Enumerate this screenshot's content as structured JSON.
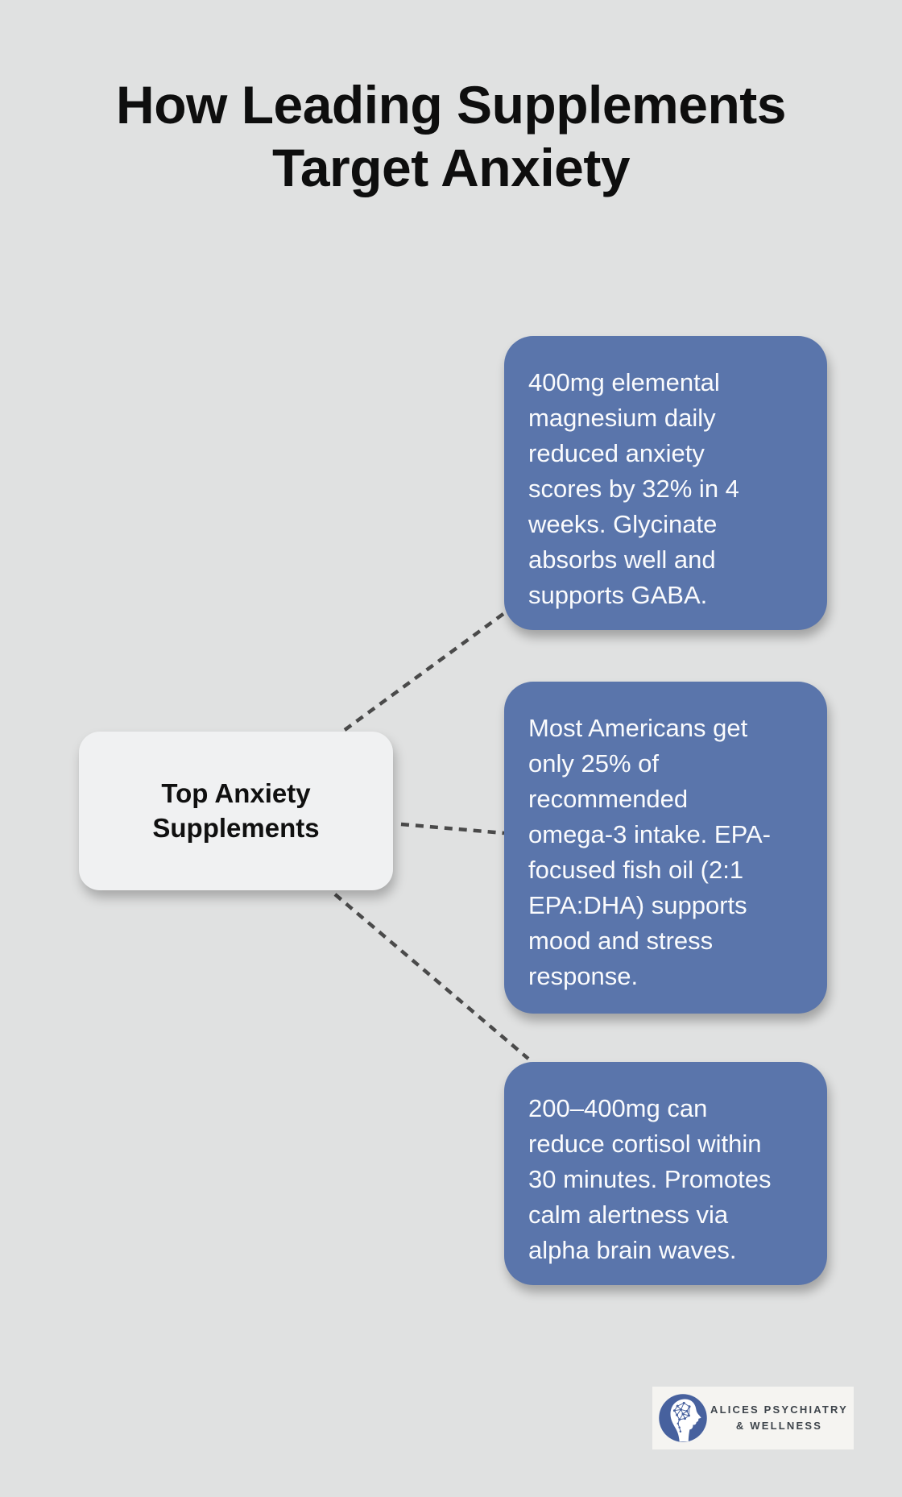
{
  "title": "How Leading Supplements\nTarget Anxiety",
  "center_node": {
    "label": "Top Anxiety\nSupplements"
  },
  "branches": [
    {
      "text": "400mg elemental\nmagnesium daily\nreduced anxiety\nscores by 32% in 4\nweeks. Glycinate\nabsorbs well and\nsupports GABA."
    },
    {
      "text": "Most Americans get\nonly 25% of\nrecommended\nomega-3 intake. EPA-\nfocused fish oil (2:1\nEPA:DHA) supports\nmood and stress\nresponse."
    },
    {
      "text": "200–400mg can\nreduce cortisol within\n30 minutes. Promotes\ncalm alertness via\nalpha brain waves."
    }
  ],
  "logo": {
    "line1": "ALICES PSYCHIATRY",
    "line2": "& WELLNESS"
  },
  "colors": {
    "background": "#e0e1e1",
    "branch_card": "#5a75ab",
    "branch_text": "#fafbfd",
    "node_fill": "#f0f1f2",
    "title_text": "#0e0e0e",
    "connector": "#4a4a4a",
    "logo_circle": "#47619e",
    "logo_text": "#3d444b",
    "logo_card": "#f5f4f1"
  }
}
